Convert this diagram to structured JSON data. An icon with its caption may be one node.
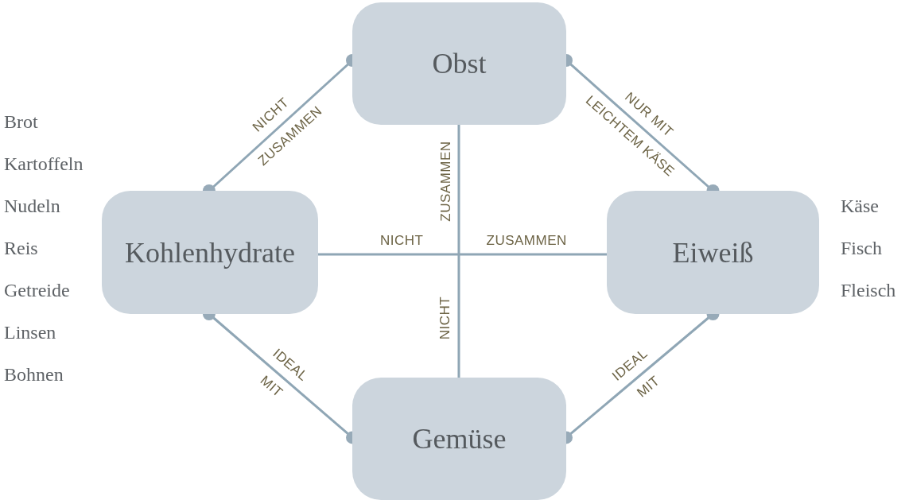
{
  "diagram": {
    "nodes": [
      {
        "text": [
          "Obst"
        ]
      },
      {
        "text": [
          "Kohlenhydrate"
        ],
        "beside": [
          "Brot",
          "Kartoffeln",
          "Nudeln",
          "Reis",
          "Getreide",
          "Linsen",
          "Bohnen"
        ]
      },
      {
        "text": [
          "Eiweiß"
        ],
        "beside": [
          "Käse",
          "Fisch",
          "Fleisch"
        ]
      },
      {
        "text": [
          "Gemüse"
        ]
      }
    ],
    "edges": [
      {
        "from": 1,
        "to": 0,
        "arrow": "other",
        "label": "NICHT ZUSAMMEN"
      },
      {
        "from": 0,
        "to": 2,
        "arrow": "other",
        "label": "NUR MIT LEICHTEM KÄSE"
      },
      {
        "from": 1,
        "to": 3,
        "arrow": "other",
        "label": "IDEAL MIT"
      },
      {
        "from": 2,
        "to": 3,
        "arrow": "other",
        "label": "IDEAL MIT"
      },
      {
        "from": 1,
        "to": 2,
        "arrow": "none"
      },
      {
        "from": 0,
        "to": 3,
        "arrow": "none"
      }
    ],
    "labels": [
      "ZUSAMMEN",
      "NICHT",
      "ZUSAMMEN",
      "NICHT"
    ]
  }
}
